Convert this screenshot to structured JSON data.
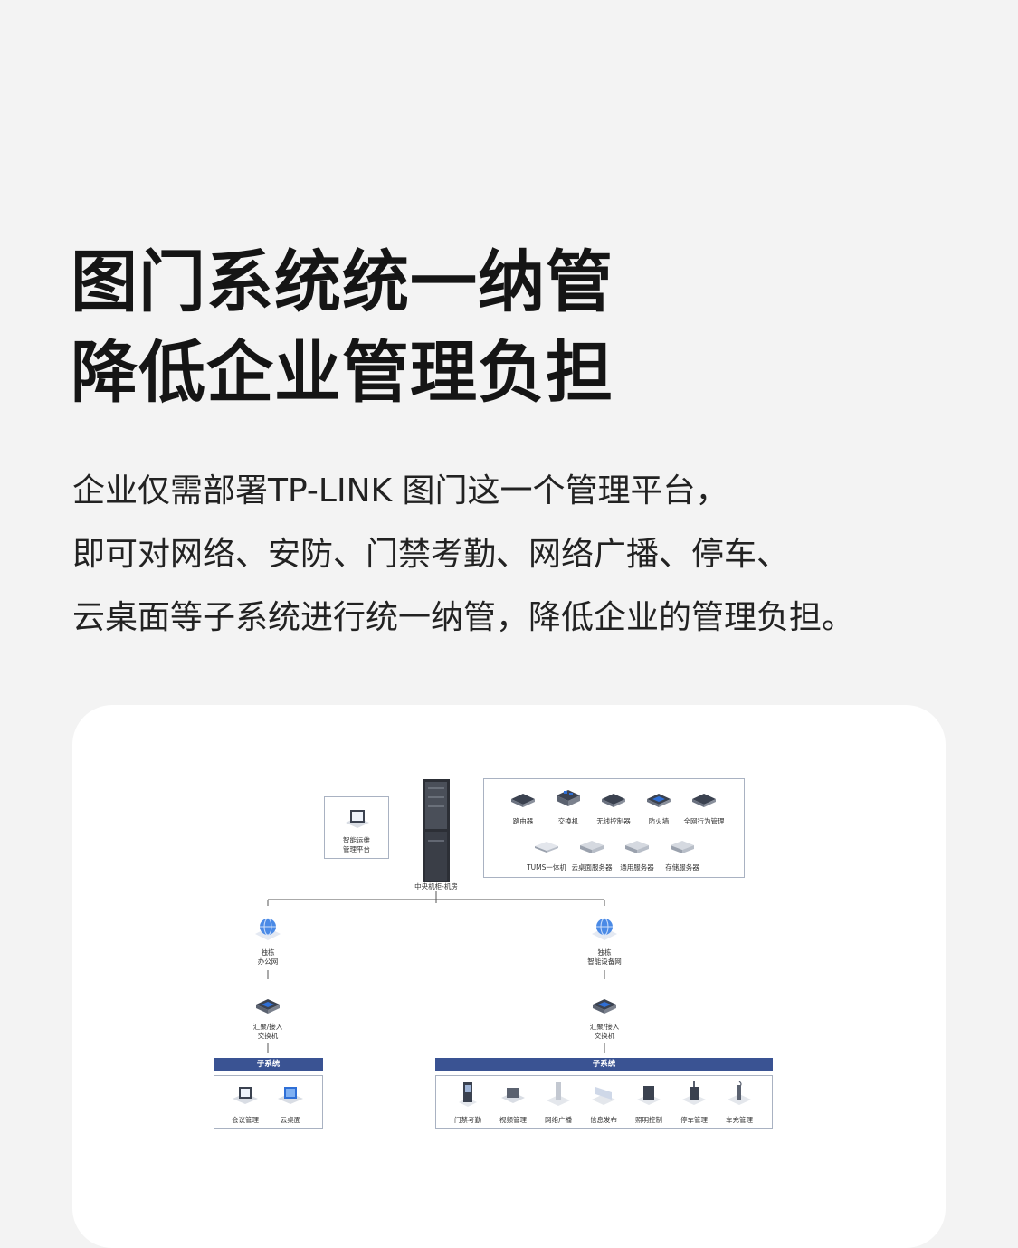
{
  "headline": {
    "line1": "图门系统统一纳管",
    "line2": "降低企业管理负担"
  },
  "description": {
    "line1": "企业仅需部署TP-LINK 图门这一个管理平台，",
    "line2": "即可对网络、安防、门禁考勤、网络广播、停车、",
    "line3": "云桌面等子系统进行统一纳管，降低企业的管理负担。"
  },
  "diagram": {
    "platform": {
      "line1": "智能运维",
      "line2": "管理平台"
    },
    "rack_label": "中央机柜-机房",
    "core_devices_row1": [
      "路由器",
      "交换机",
      "无线控制器",
      "防火墙",
      "全网行为管理"
    ],
    "core_devices_row2": [
      "TUMS一体机",
      "云桌面服务器",
      "通用服务器",
      "存储服务器"
    ],
    "left_branch": {
      "network": {
        "line1": "独栋",
        "line2": "办公网"
      },
      "switch": {
        "line1": "汇聚/接入",
        "line2": "交换机"
      },
      "subsystem_title": "子系统",
      "subsystems": [
        "会议管理",
        "云桌面"
      ]
    },
    "right_branch": {
      "network": {
        "line1": "独栋",
        "line2": "智能设备网"
      },
      "switch": {
        "line1": "汇聚/接入",
        "line2": "交换机"
      },
      "subsystem_title": "子系统",
      "subsystems": [
        "门禁考勤",
        "视频管理",
        "网络广播",
        "信息发布",
        "照明控制",
        "停车管理",
        "车充管理"
      ]
    }
  },
  "colors": {
    "page_bg": "#f3f3f3",
    "accent_bar": "#3a5393",
    "device_blue": "#2f6fd6",
    "device_dark": "#3b4250"
  }
}
